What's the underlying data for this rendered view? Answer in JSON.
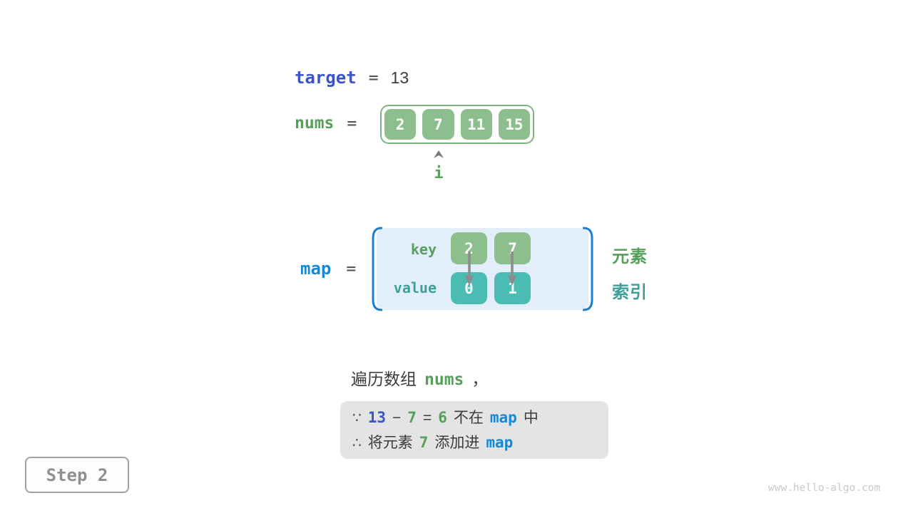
{
  "colors": {
    "royal-blue": "#3B54C6",
    "azure": "#1789D3",
    "green-text": "#57A05B",
    "green-box": "#8CBE8E",
    "green-border": "#7CB581",
    "teal-text": "#3F9E98",
    "teal-box": "#4ABCB3",
    "dark": "#3C3C3C",
    "arrow-gray": "#8C8C8C",
    "map-bg": "#E2EEF9",
    "bracket-blue": "#1E7FD0",
    "note-bg": "#E4E4E4",
    "step-border": "#A2A2A2",
    "step-text": "#8F8F8F",
    "watermark": "#C9C9C9"
  },
  "expressions": {
    "target": {
      "name": "target",
      "eq": "=",
      "value": "13"
    },
    "nums": {
      "name": "nums",
      "eq": "=",
      "values": [
        "2",
        "7",
        "11",
        "15"
      ]
    },
    "map": {
      "name": "map",
      "eq": "=",
      "key_label": "key",
      "value_label": "value",
      "entries": [
        {
          "key": "2",
          "value": "0"
        },
        {
          "key": "7",
          "value": "1"
        }
      ]
    }
  },
  "pointer": {
    "label": "i"
  },
  "legend": {
    "element": "元素",
    "index": "索引"
  },
  "caption": {
    "prefix": "遍历数组",
    "code": "nums",
    "suffix": "，"
  },
  "note": {
    "line1": {
      "because": "∵",
      "minuend": "13",
      "minus": "−",
      "subtrahend": "7",
      "equals": "=",
      "difference": "6",
      "not_in": "不在",
      "map": "map",
      "in_suffix": "中"
    },
    "line2": {
      "therefore": "∴",
      "prefix": "将元素",
      "element": "7",
      "action": "添加进",
      "map": "map"
    }
  },
  "step": {
    "label": "Step 2"
  },
  "watermark": "www.hello-algo.com"
}
